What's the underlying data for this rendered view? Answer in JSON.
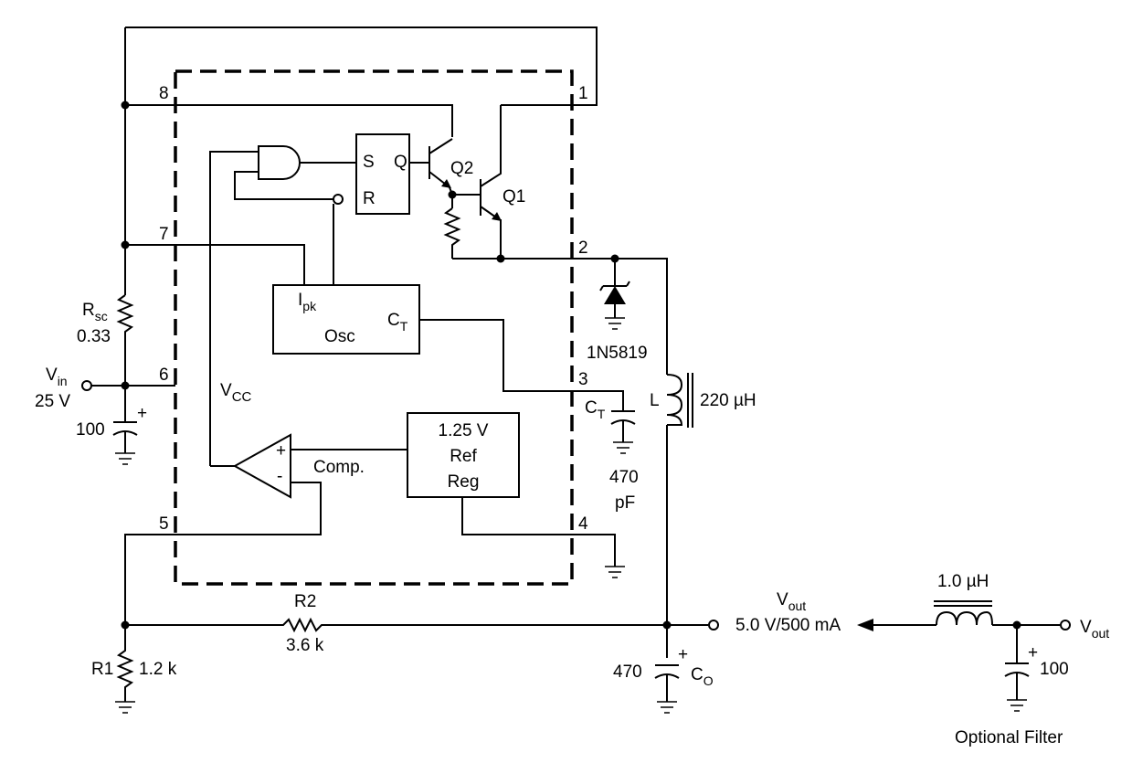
{
  "pins": {
    "p1": "1",
    "p2": "2",
    "p3": "3",
    "p4": "4",
    "p5": "5",
    "p6": "6",
    "p7": "7",
    "p8": "8"
  },
  "blocks": {
    "ff_s": "S",
    "ff_q": "Q",
    "ff_r": "R",
    "q1": "Q1",
    "q2": "Q2",
    "osc_ipk": "I",
    "osc_ipk_sub": "pk",
    "osc_osc": "Osc",
    "osc_ct": "C",
    "osc_ct_sub": "T",
    "ref_line1": "1.25 V",
    "ref_line2": "Ref",
    "ref_line3": "Reg",
    "comp": "Comp.",
    "plus": "+",
    "minus": "-",
    "vcc": "V",
    "vcc_sub": "CC"
  },
  "external": {
    "rsc": "R",
    "rsc_sub": "sc",
    "rsc_value": "0.33",
    "vin": "V",
    "vin_sub": "in",
    "vin_value": "25 V",
    "cin_value": "100",
    "cin_plus": "+",
    "diode": "1N5819",
    "ct": "C",
    "ct_sub": "T",
    "ct_value1": "470",
    "ct_value2": "pF",
    "l": "L",
    "l_value": "220 µH",
    "r2": "R2",
    "r2_value": "3.6 k",
    "r1": "R1",
    "r1_value": "1.2 k",
    "co_value": "470",
    "co": "C",
    "co_sub": "O",
    "co_plus": "+",
    "vout": "V",
    "vout_sub": "out",
    "vout_value": "5.0 V/500 mA",
    "filter_l": "1.0 µH",
    "filter_c": "100",
    "filter_plus": "+",
    "filter_vout": "V",
    "filter_vout_sub": "out",
    "filter_label": "Optional Filter"
  }
}
